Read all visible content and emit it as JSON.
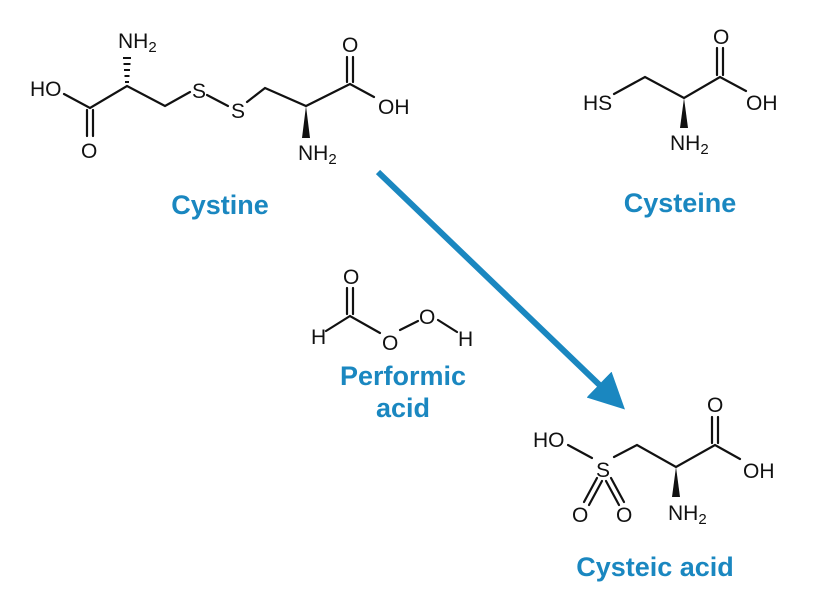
{
  "colors": {
    "accent": "#1a87c0",
    "ink": "#111111"
  },
  "cystine": {
    "name": "Cystine",
    "labels": {
      "ho": "HO",
      "o_bottom": "O",
      "nh": "NH",
      "two": "2",
      "s1": "S",
      "s2": "S",
      "o_top": "O",
      "oh": "OH",
      "nh_b": "NH",
      "two_b": "2"
    }
  },
  "cysteine": {
    "name": "Cysteine",
    "labels": {
      "hs": "HS",
      "o": "O",
      "oh": "OH",
      "nh": "NH",
      "two": "2"
    }
  },
  "performic": {
    "name_line1": "Performic",
    "name_line2": "acid",
    "labels": {
      "o_top": "O",
      "h_left": "H",
      "o_mid": "O",
      "o_right": "O",
      "h_right": "H"
    }
  },
  "cysteic": {
    "name": "Cysteic acid",
    "labels": {
      "ho": "HO",
      "s": "S",
      "o_left": "O",
      "o_right": "O",
      "o_top": "O",
      "oh": "OH",
      "nh": "NH",
      "two": "2"
    }
  },
  "arrow": {
    "icon": "reaction-arrow-icon"
  }
}
